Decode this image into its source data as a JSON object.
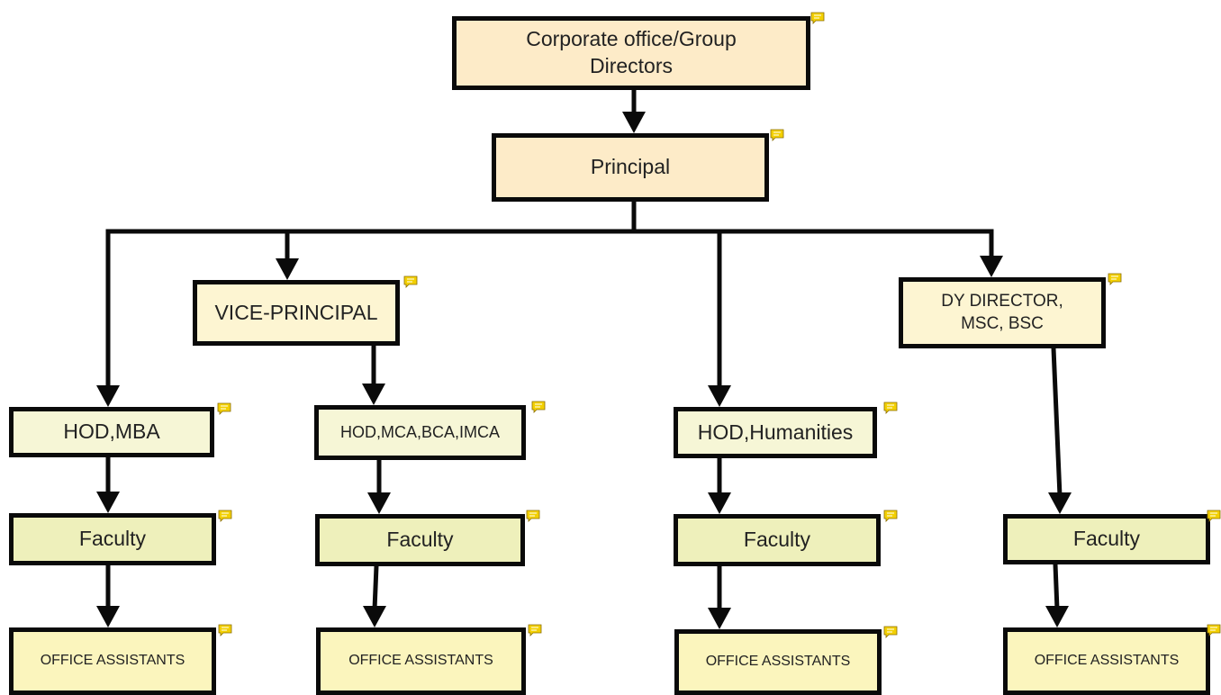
{
  "colors": {
    "line": "#0a0a0a",
    "top_fill": "#fdebc8",
    "mid_fill": "#fdf5d2",
    "hod_fill": "#f6f6d6",
    "faculty_fill": "#eef0bb",
    "office_fill": "#fbf5bd",
    "note_icon": "#f3d000"
  },
  "nodes": {
    "corporate": "Corporate office/Group Directors",
    "principal": "Principal",
    "vice_principal": "VICE-PRINCIPAL",
    "dy_director": "DY DIRECTOR, MSC, BSC",
    "hod_mba": "HOD,MBA",
    "hod_mca": "HOD,MCA,BCA,IMCA",
    "hod_humanities": "HOD,Humanities",
    "faculty_1": "Faculty",
    "faculty_2": "Faculty",
    "faculty_3": "Faculty",
    "faculty_4": "Faculty",
    "office_1": "OFFICE ASSISTANTS",
    "office_2": "OFFICE ASSISTANTS",
    "office_3": "OFFICE ASSISTANTS",
    "office_4": "OFFICE ASSISTANTS"
  },
  "edges": [
    [
      "corporate",
      "principal"
    ],
    [
      "principal",
      "hod_mba"
    ],
    [
      "principal",
      "vice_principal"
    ],
    [
      "principal",
      "hod_humanities"
    ],
    [
      "principal",
      "dy_director"
    ],
    [
      "vice_principal",
      "hod_mca"
    ],
    [
      "dy_director",
      "faculty_4"
    ],
    [
      "hod_mba",
      "faculty_1"
    ],
    [
      "hod_mca",
      "faculty_2"
    ],
    [
      "hod_humanities",
      "faculty_3"
    ],
    [
      "faculty_1",
      "office_1"
    ],
    [
      "faculty_2",
      "office_2"
    ],
    [
      "faculty_3",
      "office_3"
    ],
    [
      "faculty_4",
      "office_4"
    ]
  ]
}
